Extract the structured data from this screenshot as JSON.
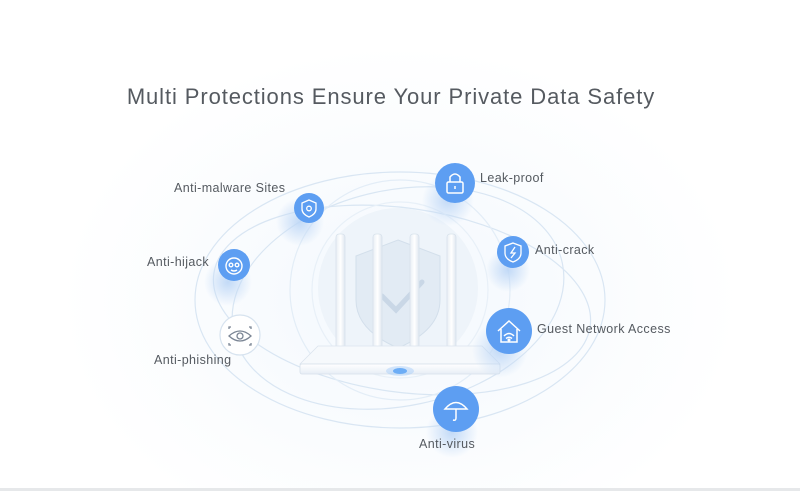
{
  "title": "Multi Protections Ensure Your Private Data Safety",
  "colors": {
    "accent": "#4f95f0",
    "text": "#555a60",
    "ring": "#d9e6f3"
  },
  "features": [
    {
      "label": "Anti-malware Sites",
      "icon": "shield-icon"
    },
    {
      "label": "Leak-proof",
      "icon": "lock-icon"
    },
    {
      "label": "Anti-hijack",
      "icon": "face-mask-icon"
    },
    {
      "label": "Anti-crack",
      "icon": "lightning-shield-icon"
    },
    {
      "label": "Guest Network Access",
      "icon": "house-wifi-icon"
    },
    {
      "label": "Anti-phishing",
      "icon": "eye-icon"
    },
    {
      "label": "Anti-virus",
      "icon": "umbrella-icon"
    }
  ]
}
